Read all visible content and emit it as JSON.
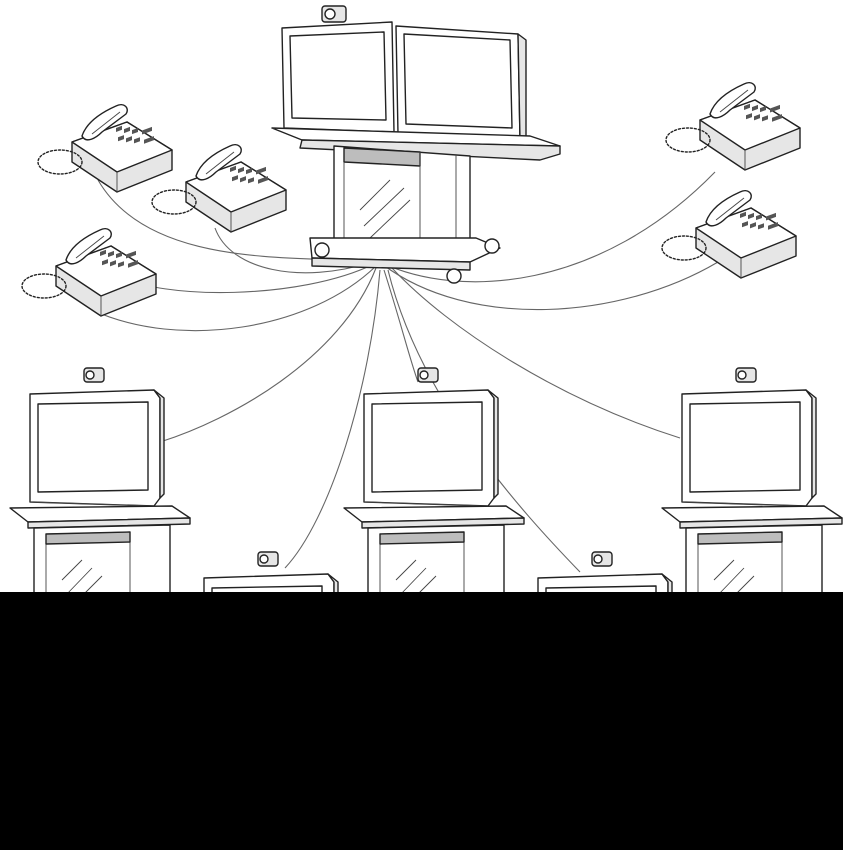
{
  "figure": {
    "description_free": true,
    "colors": {
      "background": "#ffffff",
      "line": "#222222",
      "wire": "#666666",
      "redaction": "#000000"
    },
    "devices": {
      "hub": "dual-monitor-videoconference-cart",
      "phones": 5,
      "endpoints": 5
    }
  }
}
